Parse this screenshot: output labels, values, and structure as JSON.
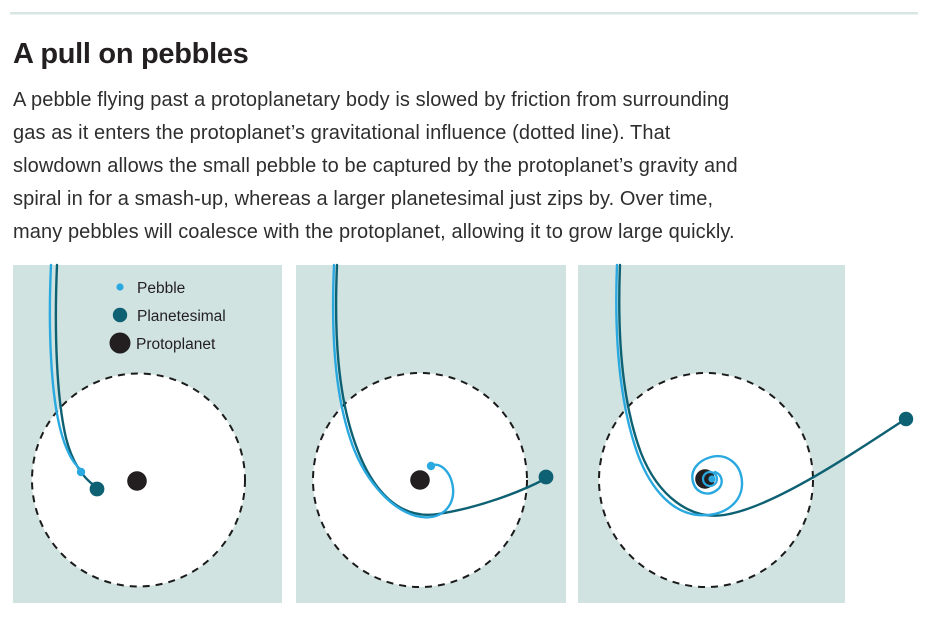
{
  "header": {
    "title": "A pull on pebbles"
  },
  "paragraph": {
    "lines": [
      "A pebble flying past a protoplanetary body is slowed by friction from surrounding",
      "gas as it enters the protoplanet’s gravitational influence (dotted line). That",
      "slowdown allows the small pebble to be captured by the protoplanet’s gravity and",
      "spiral in for a smash-up, whereas a larger planetesimal just zips by. Over time,",
      "many pebbles will coalesce with the protoplanet, allowing it to grow large quickly."
    ]
  },
  "legend": {
    "items": [
      {
        "label": "Pebble"
      },
      {
        "label": "Planetesimal"
      },
      {
        "label": "Protoplanet"
      }
    ]
  },
  "colors": {
    "panel_bg": "#d0e3e1",
    "rule": "#d7e5e3",
    "pebble": "#2aa9e0",
    "planetesimal": "#0d6173",
    "protoplanet": "#231f20",
    "outline": "#1b1b1b"
  }
}
